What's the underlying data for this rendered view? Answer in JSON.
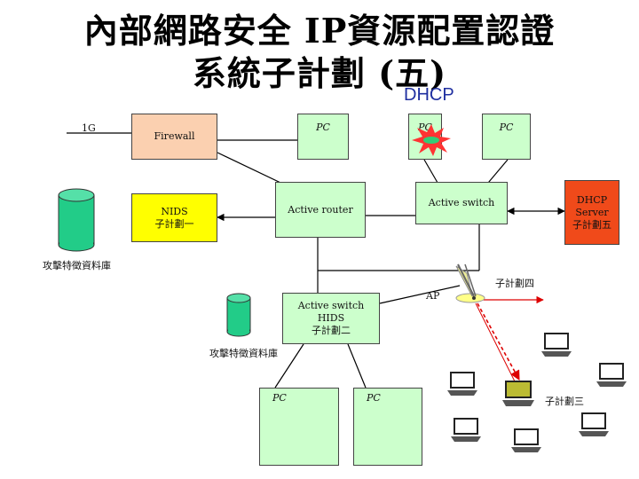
{
  "title": {
    "line1": "內部網路安全 IP資源配置認證",
    "line2": "系統子計劃 (五)"
  },
  "dhcp_label": "DHCP",
  "link_1g": "1G",
  "nodes": {
    "firewall": "Firewall",
    "pc_top_1": "PC",
    "pc_top_2": "PC",
    "pc_top_3": "PC",
    "nids": [
      "NIDS",
      "子計劃一"
    ],
    "active_router": "Active router",
    "active_switch_top": "Active switch",
    "dhcp_server": [
      "DHCP",
      "Server",
      "子計劃五"
    ],
    "active_switch_hids": [
      "Active switch",
      "HIDS",
      "子計劃二"
    ],
    "pc_bottom_1": "PC",
    "pc_bottom_2": "PC"
  },
  "db_label_1": "攻擊特徵資料庫",
  "db_label_2": "攻擊特徵資料庫",
  "ap_label": "AP",
  "sub4_label": "子計劃四",
  "sub3_label": "子計劃三",
  "colors": {
    "firewall_fill": "#fbd0b0",
    "pc_fill": "#ccffcc",
    "nids_fill": "#ffff00",
    "router_fill": "#ccffcc",
    "dhcp_server_fill": "#f04a1a",
    "db_fill": "#22cc88",
    "attack_burst": "#ff3333",
    "red_link": "#dd0000",
    "title_dhcp": "#1f2fa0"
  }
}
